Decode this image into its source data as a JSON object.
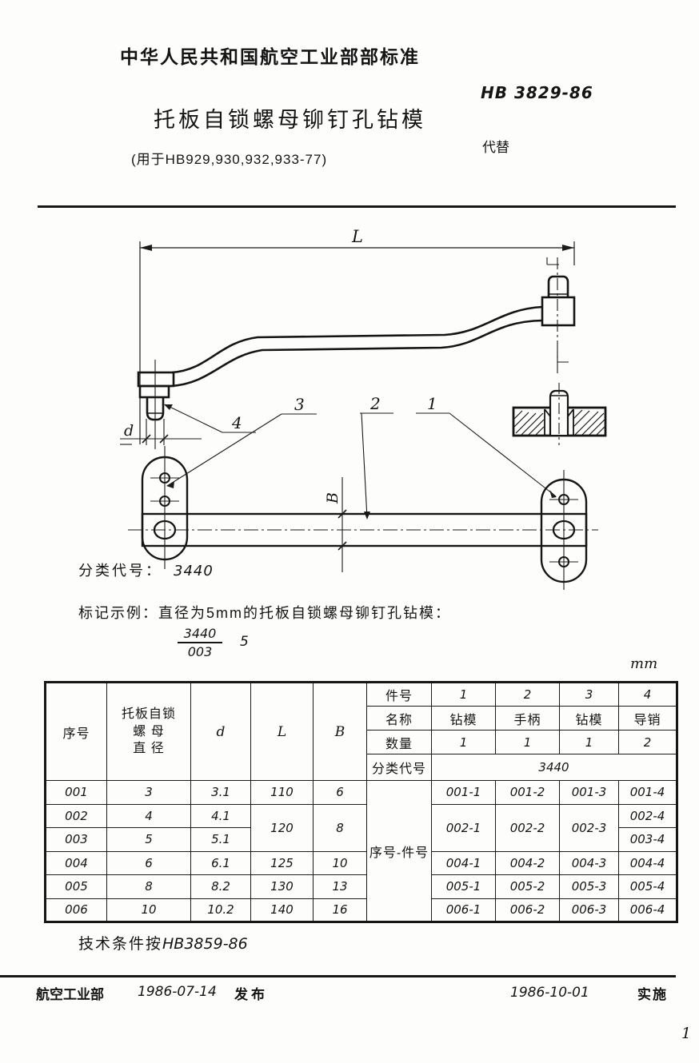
{
  "header": {
    "authority_title": "中华人民共和国航空工业部部标准",
    "standard_no": "HB 3829-86",
    "doc_title": "托板自锁螺母铆钉孔钻模",
    "replaces_label": "代替",
    "application": "(用于HB929,930,932,933-77)"
  },
  "drawing": {
    "dim_length_label": "L",
    "dim_width_label": "B",
    "dim_diameter_label": "d",
    "callout_1": "1",
    "callout_2": "2",
    "callout_3": "3",
    "callout_4": "4"
  },
  "classification": {
    "label": "分类代号：",
    "value": "3440"
  },
  "marking_example": {
    "text": "标记示例：直径为5mm的托板自锁螺母铆钉孔钻模：",
    "fraction_numerator": "3440",
    "fraction_denominator": "003",
    "suffix": "5",
    "unit": "mm"
  },
  "table": {
    "head": {
      "seq": "序号",
      "dia_line1": "托板自锁",
      "dia_line2": "螺 母",
      "dia_line3": "直 径",
      "d": "d",
      "L": "L",
      "B": "B",
      "item_no_label": "件号",
      "name_label": "名称",
      "qty_label": "数量",
      "class_label": "分类代号",
      "seq_item_label": "序号-件号",
      "item_nos": [
        "1",
        "2",
        "3",
        "4"
      ],
      "names": [
        "钻模",
        "手柄",
        "钻模",
        "导销"
      ],
      "qtys": [
        "1",
        "1",
        "1",
        "2"
      ],
      "class_value": "3440"
    },
    "rows": [
      {
        "seq": "001",
        "dia": "3",
        "d": "3.1",
        "L": "110",
        "B": "6",
        "p1": "001-1",
        "p2": "001-2",
        "p3": "001-3",
        "p4": "001-4"
      },
      {
        "seq": "002",
        "dia": "4",
        "d": "4.1",
        "L": "120",
        "B": "8",
        "p1": "002-1",
        "p2": "002-2",
        "p3": "002-3",
        "p4": "002-4"
      },
      {
        "seq": "003",
        "dia": "5",
        "d": "5.1",
        "p4": "003-4"
      },
      {
        "seq": "004",
        "dia": "6",
        "d": "6.1",
        "L": "125",
        "B": "10",
        "p1": "004-1",
        "p2": "004-2",
        "p3": "004-3",
        "p4": "004-4"
      },
      {
        "seq": "005",
        "dia": "8",
        "d": "8.2",
        "L": "130",
        "B": "13",
        "p1": "005-1",
        "p2": "005-2",
        "p3": "005-3",
        "p4": "005-4"
      },
      {
        "seq": "006",
        "dia": "10",
        "d": "10.2",
        "L": "140",
        "B": "16",
        "p1": "006-1",
        "p2": "006-2",
        "p3": "006-3",
        "p4": "006-4"
      }
    ]
  },
  "tech_note": {
    "prefix": "技术条件按",
    "number": "HB3859-86"
  },
  "footer": {
    "issuer": "航空工业部",
    "issue_date": "1986-07-14",
    "issue_label": "发布",
    "effective_date": "1986-10-01",
    "effective_label": "实施",
    "page_number": "1"
  }
}
